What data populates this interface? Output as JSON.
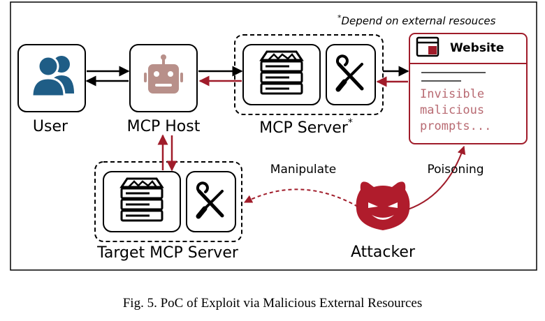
{
  "colors": {
    "accent": "#a01c2a",
    "user_blue": "#1f5d86",
    "robot": "#b8908a",
    "web_text": "#b86a72"
  },
  "labels": {
    "user": "User",
    "mcp_host": "MCP Host",
    "mcp_server": "MCP Server",
    "mcp_server_star": "*",
    "target_server": "Target MCP Server",
    "attacker": "Attacker",
    "manipulate": "Manipulate",
    "poisoning": "Poisoning",
    "note_star": "*",
    "note_text": "Depend on external resouces"
  },
  "website": {
    "title": "Website",
    "line1": "Invisible",
    "line2": "malicious",
    "line3": "prompts..."
  },
  "icons": [
    "user-icon",
    "robot-icon",
    "server-icon",
    "tools-icon",
    "browser-window-icon",
    "devil-icon"
  ],
  "caption": "Fig. 5.  PoC of Exploit via Malicious External Resources"
}
